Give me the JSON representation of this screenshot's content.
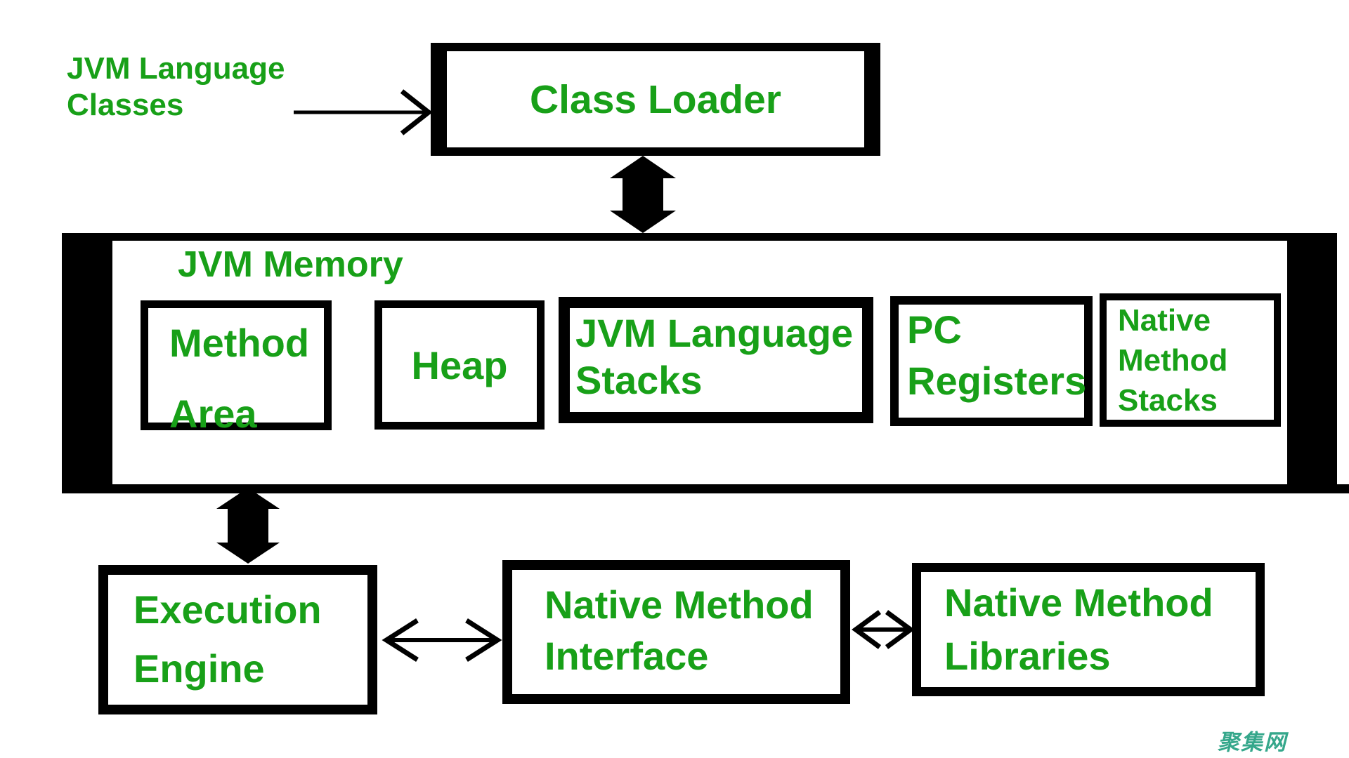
{
  "title": "JVM Architecture Diagram",
  "colors": {
    "text_green": "#18A018",
    "line_black": "#000000",
    "watermark_teal": "#35A78B",
    "background": "#FFFFFF"
  },
  "nodes": {
    "input_label": "JVM Language\nClasses",
    "class_loader": "Class Loader",
    "jvm_memory_title": "JVM Memory",
    "method_area": "Method\nArea",
    "heap": "Heap",
    "jvm_language_stacks": "JVM Language\nStacks",
    "pc_registers": "PC\nRegisters",
    "native_method_stacks": "Native\nMethod\nStacks",
    "execution_engine": "Execution\nEngine",
    "native_method_interface": "Native Method\nInterface",
    "native_method_libraries": "Native Method\nLibraries"
  },
  "connections": [
    {
      "from": "JVM Language Classes",
      "to": "Class Loader",
      "style": "thin-single-arrow"
    },
    {
      "from": "Class Loader",
      "to": "JVM Memory",
      "style": "thick-double-arrow"
    },
    {
      "from": "JVM Memory",
      "to": "Execution Engine",
      "style": "thick-double-arrow"
    },
    {
      "from": "Execution Engine",
      "to": "Native Method Interface",
      "style": "thin-double-arrow"
    },
    {
      "from": "Native Method Interface",
      "to": "Native Method Libraries",
      "style": "thin-double-arrow"
    }
  ],
  "watermark": "聚集网"
}
